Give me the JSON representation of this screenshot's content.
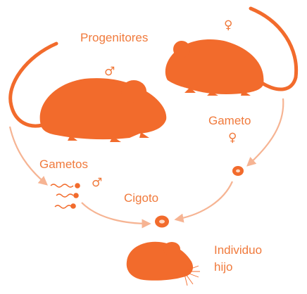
{
  "labels": {
    "parents": "Progenitores",
    "female_gamete": "Gameto",
    "male_gametes": "Gametos",
    "zygote": "Cigoto",
    "offspring_line1": "Individuo",
    "offspring_line2": "hijo"
  },
  "symbols": {
    "male": "♂",
    "female": "♀"
  },
  "colors": {
    "mouse_fill": "#f26b2c",
    "text": "#f07a3c",
    "arrow": "#f6b493",
    "cell_fill": "#f26b2c",
    "nucleus": "#ffd9c4"
  }
}
